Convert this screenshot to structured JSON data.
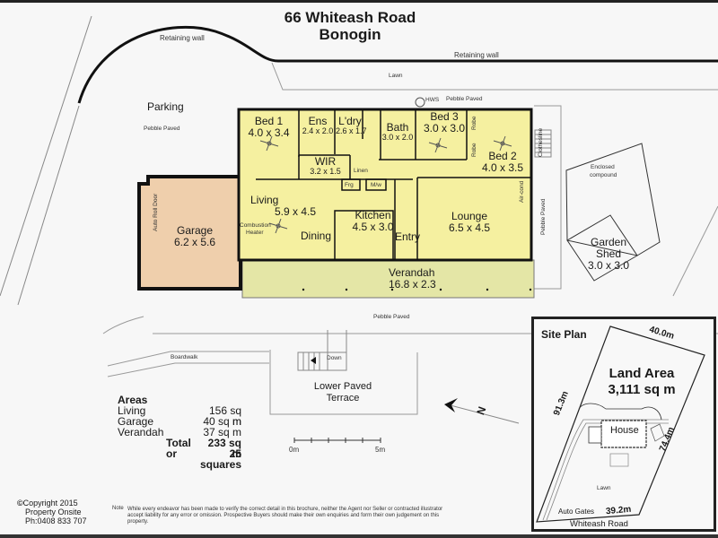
{
  "header": {
    "address_line1": "66 Whiteash Road",
    "address_line2": "Bonogin"
  },
  "colors": {
    "house_fill": "#f5f0a0",
    "garage_fill": "#efcfac",
    "verandah_fill": "#e4e6a6",
    "wall": "#111111"
  },
  "rooms": {
    "bed1": {
      "name": "Bed 1",
      "size": "4.0 x 3.4"
    },
    "ens": {
      "name": "Ens",
      "size": "2.4 x 2.0"
    },
    "ldry": {
      "name": "L'dry",
      "size": "2.6 x 1.7"
    },
    "bath": {
      "name": "Bath",
      "size": "3.0 x 2.0"
    },
    "bed3": {
      "name": "Bed 3",
      "size": "3.0 x 3.0"
    },
    "bed2": {
      "name": "Bed 2",
      "size": "4.0 x 3.5"
    },
    "wir": {
      "name": "WIR",
      "size": "3.2 x 1.5"
    },
    "living": {
      "name": "Living",
      "size": "5.9 x 4.5"
    },
    "dining": {
      "name": "Dining"
    },
    "kitchen": {
      "name": "Kitchen",
      "size": "4.5 x 3.0"
    },
    "entry": {
      "name": "Entry"
    },
    "lounge": {
      "name": "Lounge",
      "size": "6.5 x 4.5"
    },
    "garage": {
      "name": "Garage",
      "size": "6.2 x 5.6"
    },
    "verandah": {
      "name": "Verandah",
      "size": "16.8 x 2.3"
    },
    "garden_shed": {
      "name": "Garden",
      "name2": "Shed",
      "size": "3.0 x 3.0"
    },
    "lower_terrace": {
      "name": "Lower Paved",
      "name2": "Terrace"
    }
  },
  "fixtures": {
    "linen": "Linen",
    "fridge": "Frg",
    "microwave": "M/w",
    "robe_top": "Robe",
    "robe_bottom": "Robe",
    "aircon": "Air-cond",
    "combustion_heater": "Combustion",
    "combustion_heater2": "Heater",
    "auto_roll_door": "Auto Roll Door",
    "hws": "HWS",
    "clothesline": "Clothesline",
    "down": "Down"
  },
  "grounds": {
    "retaining_wall_1": "Retaining wall",
    "retaining_wall_2": "Retaining wall",
    "lawn": "Lawn",
    "pebble_paved_top": "Pebble Paved",
    "parking": "Parking",
    "parking_pebble": "Pebble Paved",
    "pebble_paved_side": "Pebble Paved",
    "pebble_paved_bottom": "Pebble Paved",
    "enclosed_compound": "Enclosed",
    "enclosed_compound2": "compound",
    "boardwalk": "Boardwalk"
  },
  "areas": {
    "heading": "Areas",
    "rows": [
      {
        "label": "Living",
        "value": "156 sq m"
      },
      {
        "label": "Garage",
        "value": "40 sq m"
      },
      {
        "label": "Verandah",
        "value": "37 sq m"
      }
    ],
    "total_label": "Total",
    "total_value": "233 sq m",
    "or_label": "or",
    "squares_value": "25 squares"
  },
  "scale_bar": {
    "start": "0m",
    "end": "5m"
  },
  "north": {
    "label": "N"
  },
  "site_plan": {
    "title": "Site Plan",
    "land_area_label": "Land Area",
    "land_area_value": "3,111 sq m",
    "dim_top": "40.0m",
    "dim_left": "91.3m",
    "dim_right": "74.4m",
    "dim_bottom": "39.2m",
    "house": "House",
    "lawn": "Lawn",
    "auto_gates": "Auto Gates",
    "road": "Whiteash Road"
  },
  "footer": {
    "copyright_symbol": "©",
    "copyright": "Copyright 2015",
    "company": "Property Onsite",
    "phone": "Ph:0408 833 707",
    "note_label": "Note",
    "note_text": "While every endeavor has been made to verify the correct detail in this brochure, neither the Agent nor Seller or contracted illustrator accept liability for any error or omission. Prospective Buyers should make their own enquiries and form their own judgement on this property."
  }
}
